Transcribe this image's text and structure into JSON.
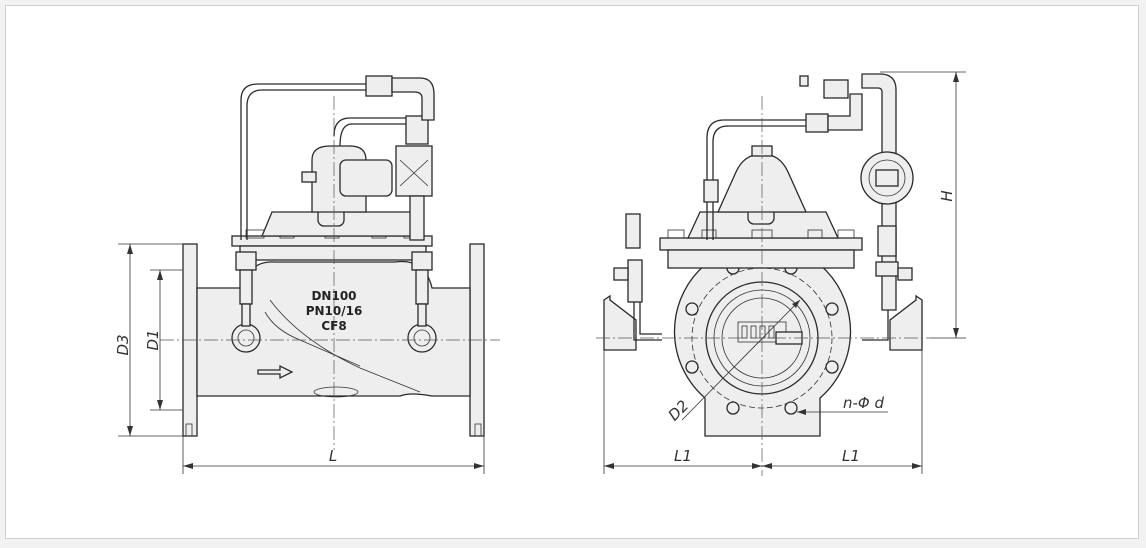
{
  "labels": {
    "dn": "DN100",
    "pn": "PN10/16",
    "cf": "CF8",
    "d3": "D3",
    "d1": "D1",
    "l": "L",
    "l1_left": "L1",
    "l1_right": "L1",
    "h": "H",
    "d2": "D2",
    "nd": "n-Φ d"
  },
  "colors": {
    "line": "#2a2a2a",
    "body_fill": "#eeeeee",
    "background": "#f2f2f2"
  }
}
